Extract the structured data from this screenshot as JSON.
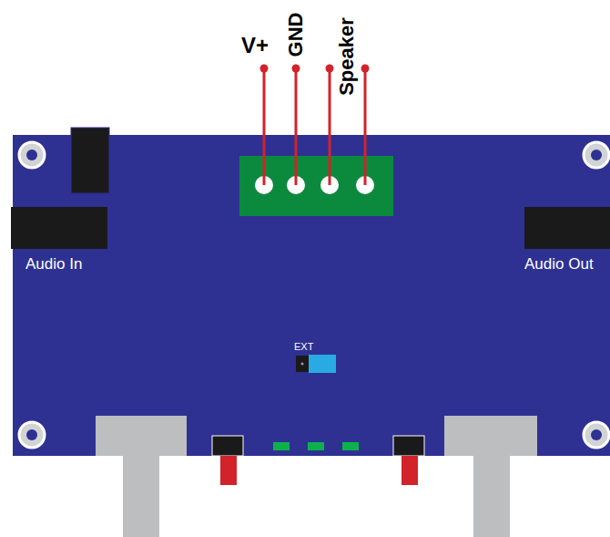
{
  "diagram": {
    "labels": [
      "V+",
      "GND",
      "Speaker",
      "Audio In",
      "Audio Out",
      "EXT"
    ]
  }
}
